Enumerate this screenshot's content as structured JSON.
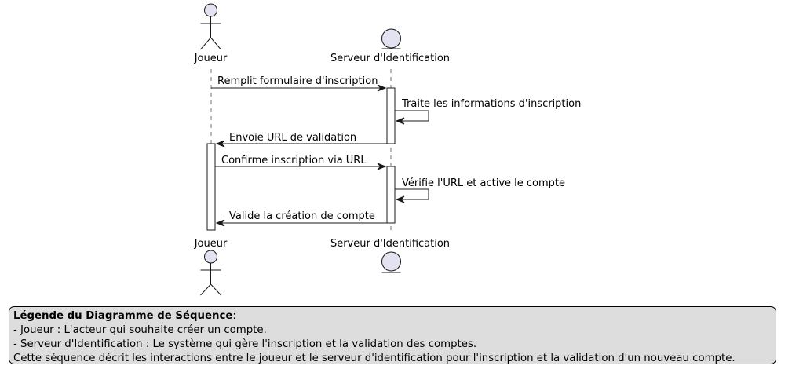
{
  "participants": [
    {
      "id": "joueur",
      "label": "Joueur",
      "kind": "actor"
    },
    {
      "id": "serveur",
      "label": "Serveur d'Identification",
      "kind": "entity"
    }
  ],
  "messages": [
    {
      "from": "joueur",
      "to": "serveur",
      "label": "Remplit formulaire d'inscription"
    },
    {
      "from": "serveur",
      "to": "serveur",
      "label": "Traite les informations d'inscription"
    },
    {
      "from": "serveur",
      "to": "joueur",
      "label": "Envoie URL de validation"
    },
    {
      "from": "joueur",
      "to": "serveur",
      "label": "Confirme inscription via URL"
    },
    {
      "from": "serveur",
      "to": "serveur",
      "label": "Vérifie l'URL et active le compte"
    },
    {
      "from": "serveur",
      "to": "joueur",
      "label": "Valide la création de compte"
    }
  ],
  "legend": {
    "title": "Légende du Diagramme de Séquence",
    "title_suffix": ":",
    "lines": [
      "- Joueur : L'acteur qui souhaite créer un compte.",
      "- Serveur d'Identification : Le système qui gère l'inscription et la validation des comptes.",
      "Cette séquence décrit les interactions entre le joueur et le serveur d'identification pour l'inscription et la validation d'un nouveau compte."
    ]
  },
  "colors": {
    "participant_fill": "#E2E2F0",
    "stroke": "#181818",
    "legend_fill": "#DDDDDD",
    "lifeline": "#181818"
  }
}
